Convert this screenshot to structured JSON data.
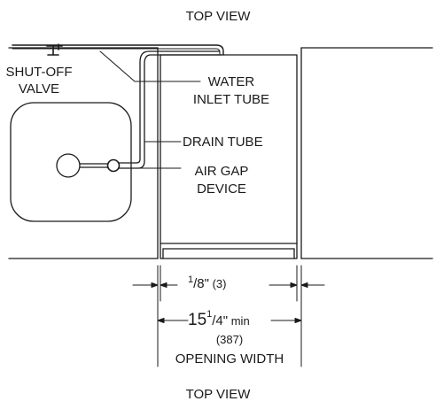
{
  "titles": {
    "top": "TOP VIEW",
    "bottom": "TOP VIEW"
  },
  "labels": {
    "valve_line1": "SHUT-OFF",
    "valve_line2": "VALVE",
    "inlet_line1": "WATER",
    "inlet_line2": "INLET TUBE",
    "drain": "DRAIN TUBE",
    "airgap_line1": "AIR GAP",
    "airgap_line2": "DEVICE"
  },
  "dimensions": {
    "gap_num": "1",
    "gap_rest": "/8\"",
    "gap_mm": " (3)",
    "width_whole": "15",
    "width_frac_num": "1",
    "width_frac_rest": "/4\"",
    "width_min": " min",
    "width_mm": "(387)",
    "width_label": "OPENING WIDTH"
  },
  "colors": {
    "line": "#1a1a1a",
    "background": "#ffffff"
  }
}
